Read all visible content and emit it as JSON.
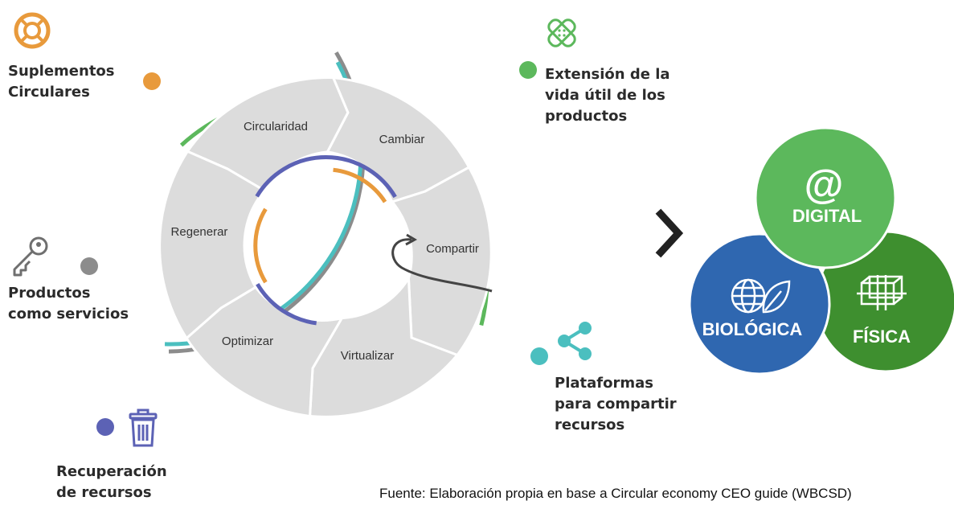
{
  "labels": {
    "suplementos": [
      "Suplementos",
      "Circulares"
    ],
    "extension": [
      "Extensión de la",
      "vida útil de los",
      "productos"
    ],
    "productos": [
      "Productos",
      "como servicios"
    ],
    "plataformas": [
      "Plataformas",
      "para compartir",
      "recursos"
    ],
    "recuperacion": [
      "Recuperación",
      "de recursos"
    ]
  },
  "cycle": {
    "circularidad": "Circularidad",
    "cambiar": "Cambiar",
    "compartir": "Compartir",
    "virtualizar": "Virtualizar",
    "optimizar": "Optimizar",
    "regenerar": "Regenerar"
  },
  "venn": {
    "digital": "DIGITAL",
    "biologica": "BIOLÓGICA",
    "fisica": "FÍSICA",
    "at_symbol": "@"
  },
  "source": "Fuente: Elaboración propia en base a Circular economy CEO guide (WBCSD)",
  "colors": {
    "orange": "#e89a3c",
    "green": "#5cb85c",
    "gray": "#8c8c8c",
    "blue": "#5c62b5",
    "teal": "#4bbfbf",
    "segment": "#dcdcdc",
    "digital": "#5cb85c",
    "biologica": "#2f67b0",
    "fisica": "#3e8f2f"
  },
  "icons": {
    "suplementos": "lifebuoy-icon",
    "extension": "bandage-icon",
    "productos": "key-icon",
    "plataformas": "share-icon",
    "recuperacion": "trash-icon",
    "arrow": "chevron-right-icon"
  }
}
